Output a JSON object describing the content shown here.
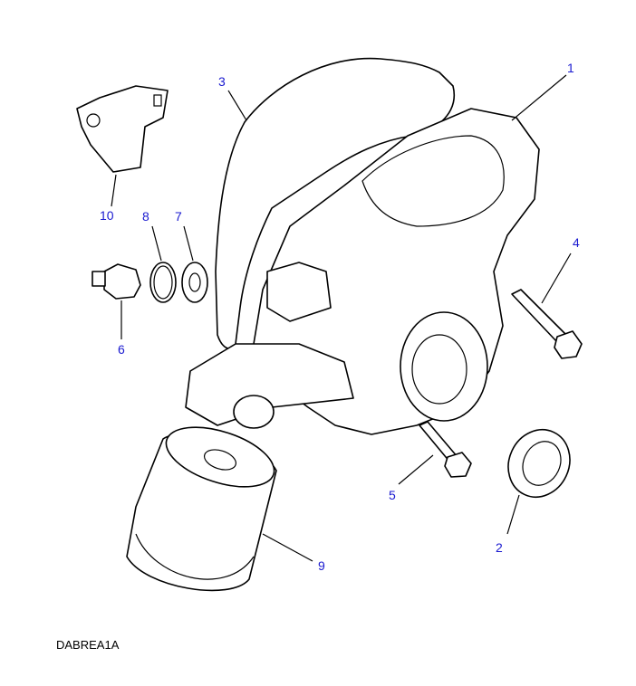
{
  "diagram_code": "DABREA1A",
  "callouts": [
    "1",
    "2",
    "3",
    "4",
    "5",
    "6",
    "7",
    "8",
    "9",
    "10"
  ],
  "label_color": "#1a1ad0"
}
